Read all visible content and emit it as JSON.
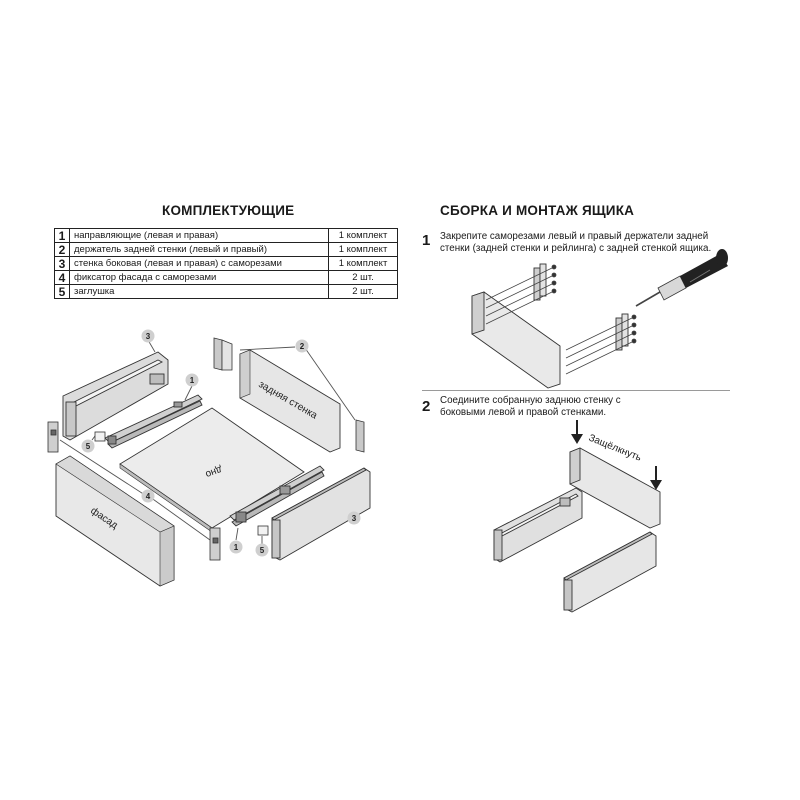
{
  "components": {
    "title": "КОМПЛЕКТУЮЩИЕ",
    "rows": [
      {
        "num": "1",
        "name": "направляющие (левая и правая)",
        "qty": "1 комплект"
      },
      {
        "num": "2",
        "name": "держатель задней стенки (левый и правый)",
        "qty": "1 комплект"
      },
      {
        "num": "3",
        "name": "стенка боковая (левая и правая) с саморезами",
        "qty": "1 комплект"
      },
      {
        "num": "4",
        "name": "фиксатор фасада с саморезами",
        "qty": "2 шт."
      },
      {
        "num": "5",
        "name": "заглушка",
        "qty": "2 шт."
      }
    ]
  },
  "assembly": {
    "title": "СБОРКА И МОНТАЖ ЯЩИКА",
    "steps": [
      {
        "num": "1",
        "text": "Закрепите саморезами левый и правый держатели задней стенки (задней стенки и рейлинга) с задней стенкой ящика."
      },
      {
        "num": "2",
        "text": "Соедините собранную заднюю стенку с боковыми левой и правой стенками."
      }
    ],
    "snap_label": "Защёлкнуть"
  },
  "exploded_view": {
    "labels": {
      "back_wall": "задняя стенка",
      "bottom": "дно",
      "facade": "фасад"
    },
    "callouts": [
      "3",
      "1",
      "2",
      "5",
      "4",
      "1",
      "5",
      "3"
    ]
  }
}
